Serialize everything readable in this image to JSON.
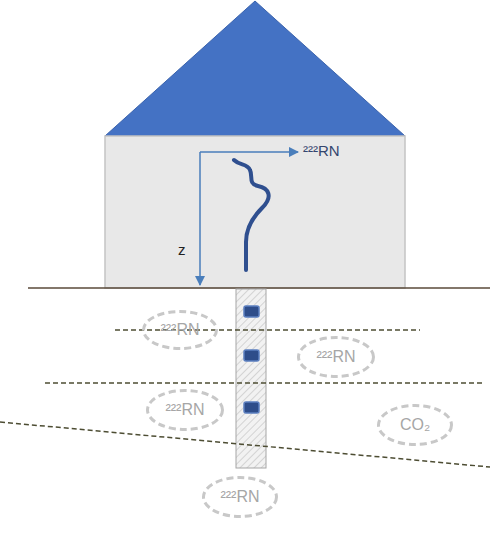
{
  "diagram": {
    "nodes": [
      {
        "text": [
          "²²²RN"
        ]
      },
      {
        "text": [
          "²²²RN"
        ]
      },
      {
        "text": [
          "²²²RN"
        ]
      },
      {
        "text": [
          "CO₂"
        ]
      },
      {
        "text": [
          "²²²RN"
        ]
      }
    ],
    "labels": [
      "²²²RN",
      "z"
    ]
  }
}
